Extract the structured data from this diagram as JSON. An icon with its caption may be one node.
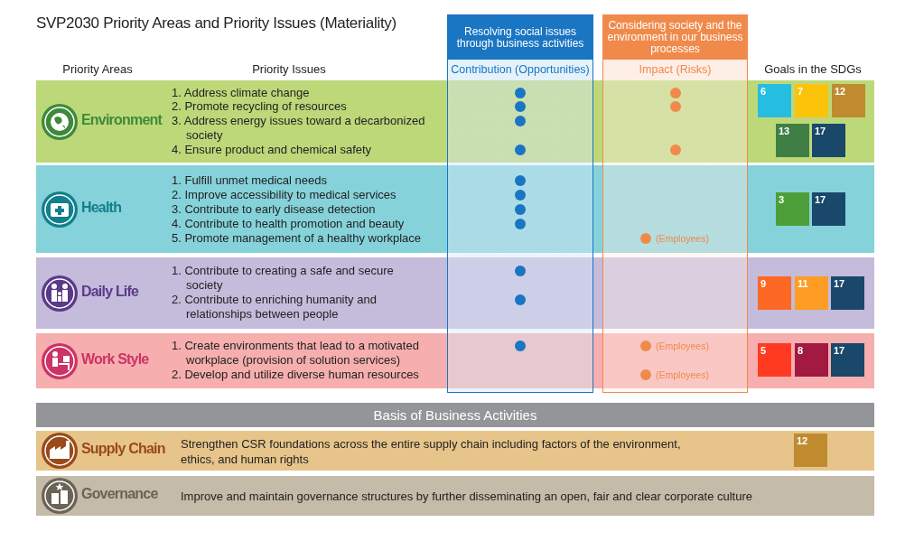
{
  "diagram": {
    "title": "SVP2030 Priority Areas and Priority Issues (Materiality)",
    "nodes": [
      {
        "text": [
          "Resolving social issues through business activities",
          "Contribution (Opportunities)"
        ]
      },
      {
        "text": [
          "Considering society and the environment in our business processes",
          "Impact (Risks)"
        ]
      },
      {
        "text": [
          "Environment",
          "1. Address climate change",
          "2. Promote recycling of resources",
          "3. Address energy issues toward a decarbonized society",
          "4. Ensure product and chemical safety"
        ]
      },
      {
        "text": [
          "Health",
          "1. Fulfill unmet medical needs",
          "2. Improve accessibility to medical services",
          "3. Contribute to early disease detection",
          "4. Contribute to health promotion and beauty",
          "5. Promote management of a healthy workplace"
        ]
      },
      {
        "text": [
          "Daily Life",
          "1. Contribute to creating a safe and secure society",
          "2. Contribute to enriching humanity and relationships between people"
        ]
      },
      {
        "text": [
          "Work Style",
          "1. Create environments that lead to a motivated workplace (provision of solution services)",
          "2. Develop and utilize diverse human resources"
        ]
      },
      {
        "text": [
          "Basis of Business Activities"
        ]
      },
      {
        "text": [
          "Supply Chain",
          "Strengthen CSR foundations across the entire supply chain including factors of the environment, ethics, and human rights"
        ]
      },
      {
        "text": [
          "Governance",
          "Improve and maintain governance structures by further disseminating an open, fair and clear corporate culture"
        ]
      }
    ],
    "labels": [
      "Priority Areas",
      "Priority Issues",
      "Goals in the SDGs",
      "6",
      "7",
      "12",
      "13",
      "17",
      "3",
      "17",
      "(Employees)",
      "9",
      "11",
      "17",
      "(Employees)",
      "(Employees)",
      "5",
      "8",
      "17",
      "12"
    ]
  }
}
